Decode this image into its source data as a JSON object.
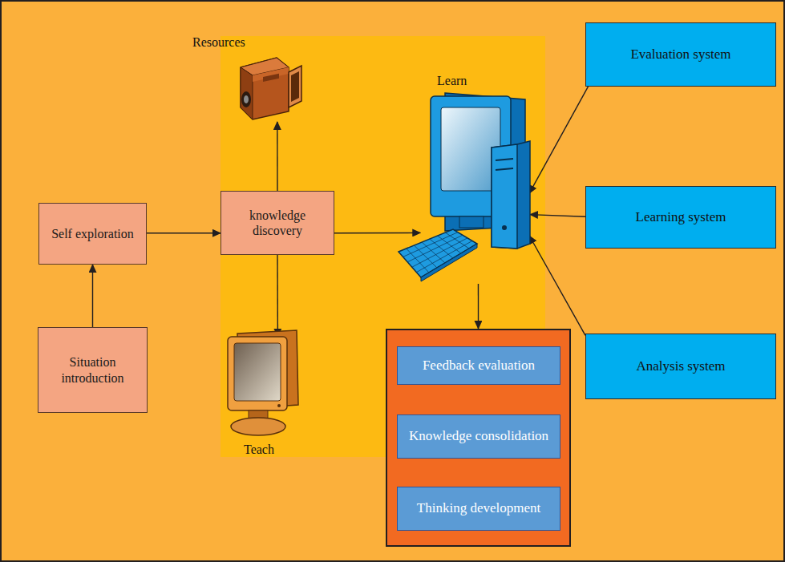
{
  "diagram": {
    "nodes": [
      {
        "text": [
          "Resources"
        ]
      },
      {
        "text": [
          "Learn"
        ]
      },
      {
        "text": [
          "Evaluation system"
        ]
      },
      {
        "text": [
          "knowledge discovery"
        ]
      },
      {
        "text": [
          "Self exploration"
        ]
      },
      {
        "text": [
          "Learning system"
        ]
      },
      {
        "text": [
          "Analysis system"
        ]
      },
      {},
      {
        "text": [
          "Feedback evaluation"
        ],
        "in": 7
      },
      {
        "text": [
          "Knowledge consolidation"
        ],
        "in": 7
      },
      {
        "text": [
          "Thinking development"
        ],
        "in": 7
      },
      {
        "text": [
          "Situation introduction"
        ]
      },
      {
        "text": [
          "Teach"
        ]
      }
    ],
    "edges": [
      {
        "from": 11,
        "to": 4,
        "arrow": "to"
      },
      {
        "from": 4,
        "to": 3,
        "arrow": "to"
      },
      {
        "from": 3,
        "to": 0,
        "arrow": "to"
      },
      {
        "from": 3,
        "to": 12,
        "arrow": "to"
      },
      {
        "from": 3,
        "to": 1,
        "arrow": "to"
      },
      {
        "from": 2,
        "to": 1,
        "arrow": "to"
      },
      {
        "from": 5,
        "to": 1,
        "arrow": "to"
      },
      {
        "from": 6,
        "to": 1,
        "arrow": "to"
      },
      {
        "from": 1,
        "to": 7,
        "arrow": "to"
      },
      {
        "from": 8,
        "to": 9,
        "arrow": "to"
      },
      {
        "from": 9,
        "to": 10,
        "arrow": "to"
      }
    ]
  }
}
